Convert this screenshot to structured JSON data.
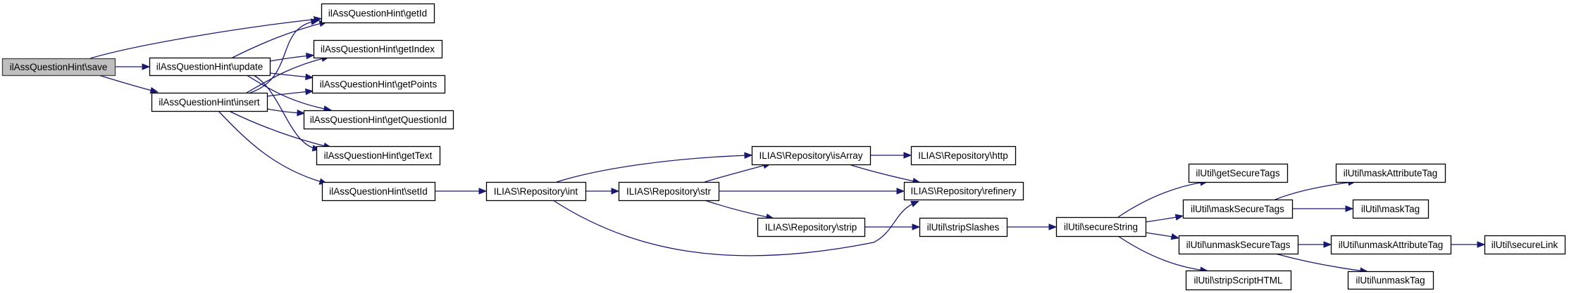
{
  "diagram": {
    "type": "call-graph",
    "edge_color": "#191970",
    "root_fill": "#bfbfbf",
    "nodes": [
      {
        "id": "save",
        "label": "ilAssQuestionHint\\save",
        "root": true
      },
      {
        "id": "update",
        "label": "ilAssQuestionHint\\update"
      },
      {
        "id": "insert",
        "label": "ilAssQuestionHint\\insert"
      },
      {
        "id": "getId",
        "label": "ilAssQuestionHint\\getId"
      },
      {
        "id": "getIndex",
        "label": "ilAssQuestionHint\\getIndex"
      },
      {
        "id": "getPoints",
        "label": "ilAssQuestionHint\\getPoints"
      },
      {
        "id": "getQuestionId",
        "label": "ilAssQuestionHint\\getQuestionId"
      },
      {
        "id": "getText",
        "label": "ilAssQuestionHint\\getText"
      },
      {
        "id": "setId",
        "label": "ilAssQuestionHint\\setId"
      },
      {
        "id": "int",
        "label": "ILIAS\\Repository\\int"
      },
      {
        "id": "str",
        "label": "ILIAS\\Repository\\str"
      },
      {
        "id": "isArray",
        "label": "ILIAS\\Repository\\isArray"
      },
      {
        "id": "http",
        "label": "ILIAS\\Repository\\http"
      },
      {
        "id": "refinery",
        "label": "ILIAS\\Repository\\refinery"
      },
      {
        "id": "strip",
        "label": "ILIAS\\Repository\\strip"
      },
      {
        "id": "stripSlashes",
        "label": "ilUtil\\stripSlashes"
      },
      {
        "id": "secureString",
        "label": "ilUtil\\secureString"
      },
      {
        "id": "getSecureTags",
        "label": "ilUtil\\getSecureTags"
      },
      {
        "id": "maskSecureTags",
        "label": "ilUtil\\maskSecureTags"
      },
      {
        "id": "unmaskSecureTags",
        "label": "ilUtil\\unmaskSecureTags"
      },
      {
        "id": "stripScriptHTML",
        "label": "ilUtil\\stripScriptHTML"
      },
      {
        "id": "maskAttributeTag",
        "label": "ilUtil\\maskAttributeTag"
      },
      {
        "id": "maskTag",
        "label": "ilUtil\\maskTag"
      },
      {
        "id": "unmaskAttributeTag",
        "label": "ilUtil\\unmaskAttributeTag"
      },
      {
        "id": "secureLink",
        "label": "ilUtil\\secureLink"
      },
      {
        "id": "unmaskTag",
        "label": "ilUtil\\unmaskTag"
      }
    ],
    "edges": [
      {
        "from": "save",
        "to": "getId"
      },
      {
        "from": "save",
        "to": "update"
      },
      {
        "from": "save",
        "to": "insert"
      },
      {
        "from": "update",
        "to": "getId"
      },
      {
        "from": "update",
        "to": "getIndex"
      },
      {
        "from": "update",
        "to": "getPoints"
      },
      {
        "from": "update",
        "to": "getQuestionId"
      },
      {
        "from": "update",
        "to": "getText"
      },
      {
        "from": "insert",
        "to": "getId"
      },
      {
        "from": "insert",
        "to": "getIndex"
      },
      {
        "from": "insert",
        "to": "getPoints"
      },
      {
        "from": "insert",
        "to": "getQuestionId"
      },
      {
        "from": "insert",
        "to": "getText"
      },
      {
        "from": "insert",
        "to": "setId"
      },
      {
        "from": "setId",
        "to": "int"
      },
      {
        "from": "int",
        "to": "isArray"
      },
      {
        "from": "int",
        "to": "str"
      },
      {
        "from": "int",
        "to": "refinery"
      },
      {
        "from": "str",
        "to": "isArray"
      },
      {
        "from": "str",
        "to": "refinery"
      },
      {
        "from": "str",
        "to": "strip"
      },
      {
        "from": "isArray",
        "to": "http"
      },
      {
        "from": "isArray",
        "to": "refinery"
      },
      {
        "from": "strip",
        "to": "stripSlashes"
      },
      {
        "from": "stripSlashes",
        "to": "secureString"
      },
      {
        "from": "secureString",
        "to": "getSecureTags"
      },
      {
        "from": "secureString",
        "to": "maskSecureTags"
      },
      {
        "from": "secureString",
        "to": "unmaskSecureTags"
      },
      {
        "from": "secureString",
        "to": "stripScriptHTML"
      },
      {
        "from": "maskSecureTags",
        "to": "maskAttributeTag"
      },
      {
        "from": "maskSecureTags",
        "to": "maskTag"
      },
      {
        "from": "unmaskSecureTags",
        "to": "unmaskAttributeTag"
      },
      {
        "from": "unmaskSecureTags",
        "to": "unmaskTag"
      },
      {
        "from": "unmaskAttributeTag",
        "to": "secureLink"
      }
    ]
  }
}
